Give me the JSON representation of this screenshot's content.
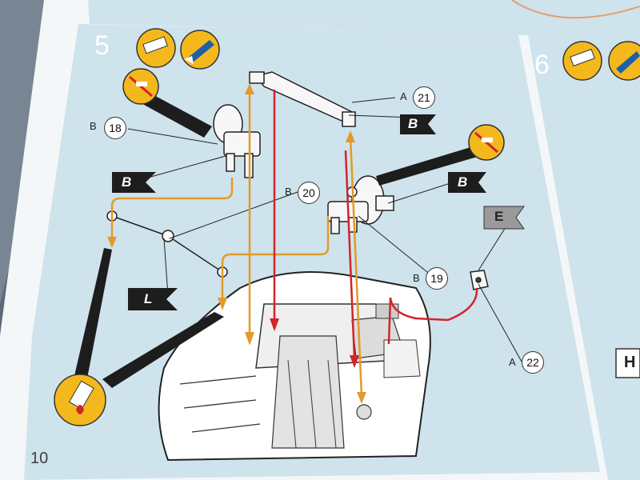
{
  "page_number": "10",
  "steps": [
    {
      "number": "5"
    },
    {
      "number": "6"
    }
  ],
  "parts": [
    {
      "label": "B",
      "number": "18"
    },
    {
      "label": "A",
      "number": "21"
    },
    {
      "label": "B",
      "number": "20"
    },
    {
      "label": "B",
      "number": "19"
    },
    {
      "label": "A",
      "number": "22"
    }
  ],
  "flags": [
    {
      "text": "B"
    },
    {
      "text": "B"
    },
    {
      "text": "B"
    },
    {
      "text": "L"
    },
    {
      "text": "E"
    }
  ],
  "edge_letter": "H",
  "colors": {
    "sheet_blue": "#cfe3ec",
    "border_white": "#ffffff",
    "arrow_orange": "#e39a2a",
    "arrow_red": "#d2242a",
    "icon_yellow": "#f3b91c",
    "flag_black": "#1d1d1d",
    "flag_grey": "#9a9a9a"
  },
  "icons": [
    "glue-tube-icon",
    "paint-brush-icon",
    "no-glue-icon",
    "liquid-glue-icon"
  ]
}
